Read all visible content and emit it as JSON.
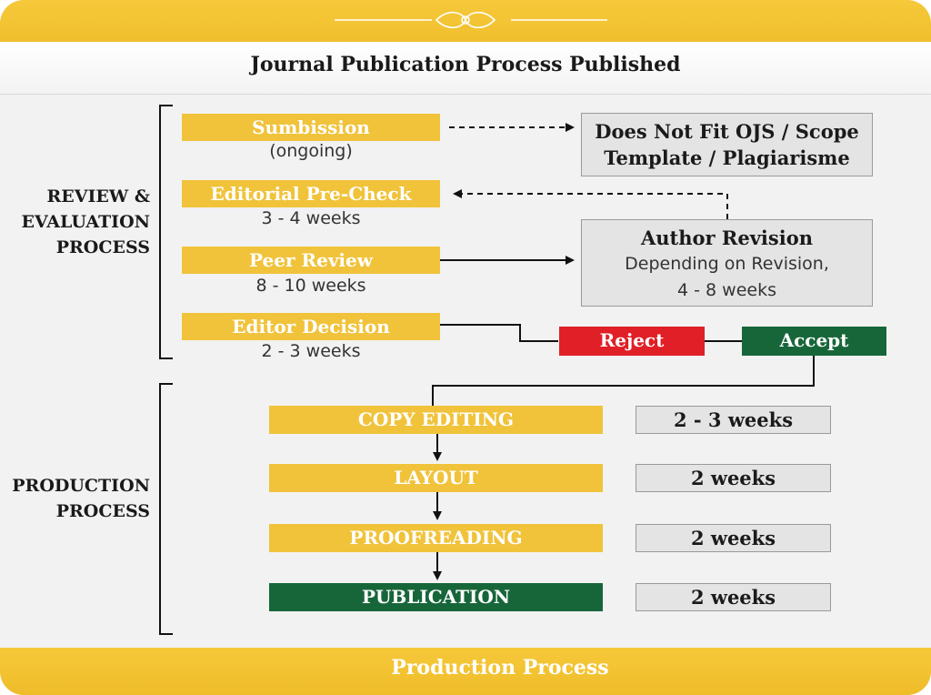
{
  "title": "Journal Publication Process Published",
  "footer": "Production Process",
  "sections": {
    "review": [
      "REVIEW &",
      "EVALUATION",
      "PROCESS"
    ],
    "production": [
      "PRODUCTION",
      "PROCESS"
    ]
  },
  "review_steps": [
    {
      "label": "Sumbission",
      "duration": "(ongoing)"
    },
    {
      "label": "Editorial Pre-Check",
      "duration": "3 - 4 weeks"
    },
    {
      "label": "Peer Review",
      "duration": "8 - 10 weeks"
    },
    {
      "label": "Editor Decision",
      "duration": "2 - 3 weeks"
    }
  ],
  "scope_box": [
    "Does Not Fit OJS / Scope",
    "Template / Plagiarisme"
  ],
  "revision_box": {
    "title": "Author Revision",
    "lines": [
      "Depending on Revision,",
      "4 - 8 weeks"
    ]
  },
  "decisions": {
    "reject": "Reject",
    "accept": "Accept"
  },
  "production_steps": [
    {
      "label": "COPY EDITING",
      "duration": "2 - 3 weeks"
    },
    {
      "label": "LAYOUT",
      "duration": "2 weeks"
    },
    {
      "label": "PROOFREADING",
      "duration": "2 weeks"
    },
    {
      "label": "PUBLICATION",
      "duration": "2 weeks"
    }
  ],
  "colors": {
    "gold": "#f0c33b",
    "green": "#17663a",
    "red": "#e01f26",
    "grey_box": "#e4e4e4"
  }
}
